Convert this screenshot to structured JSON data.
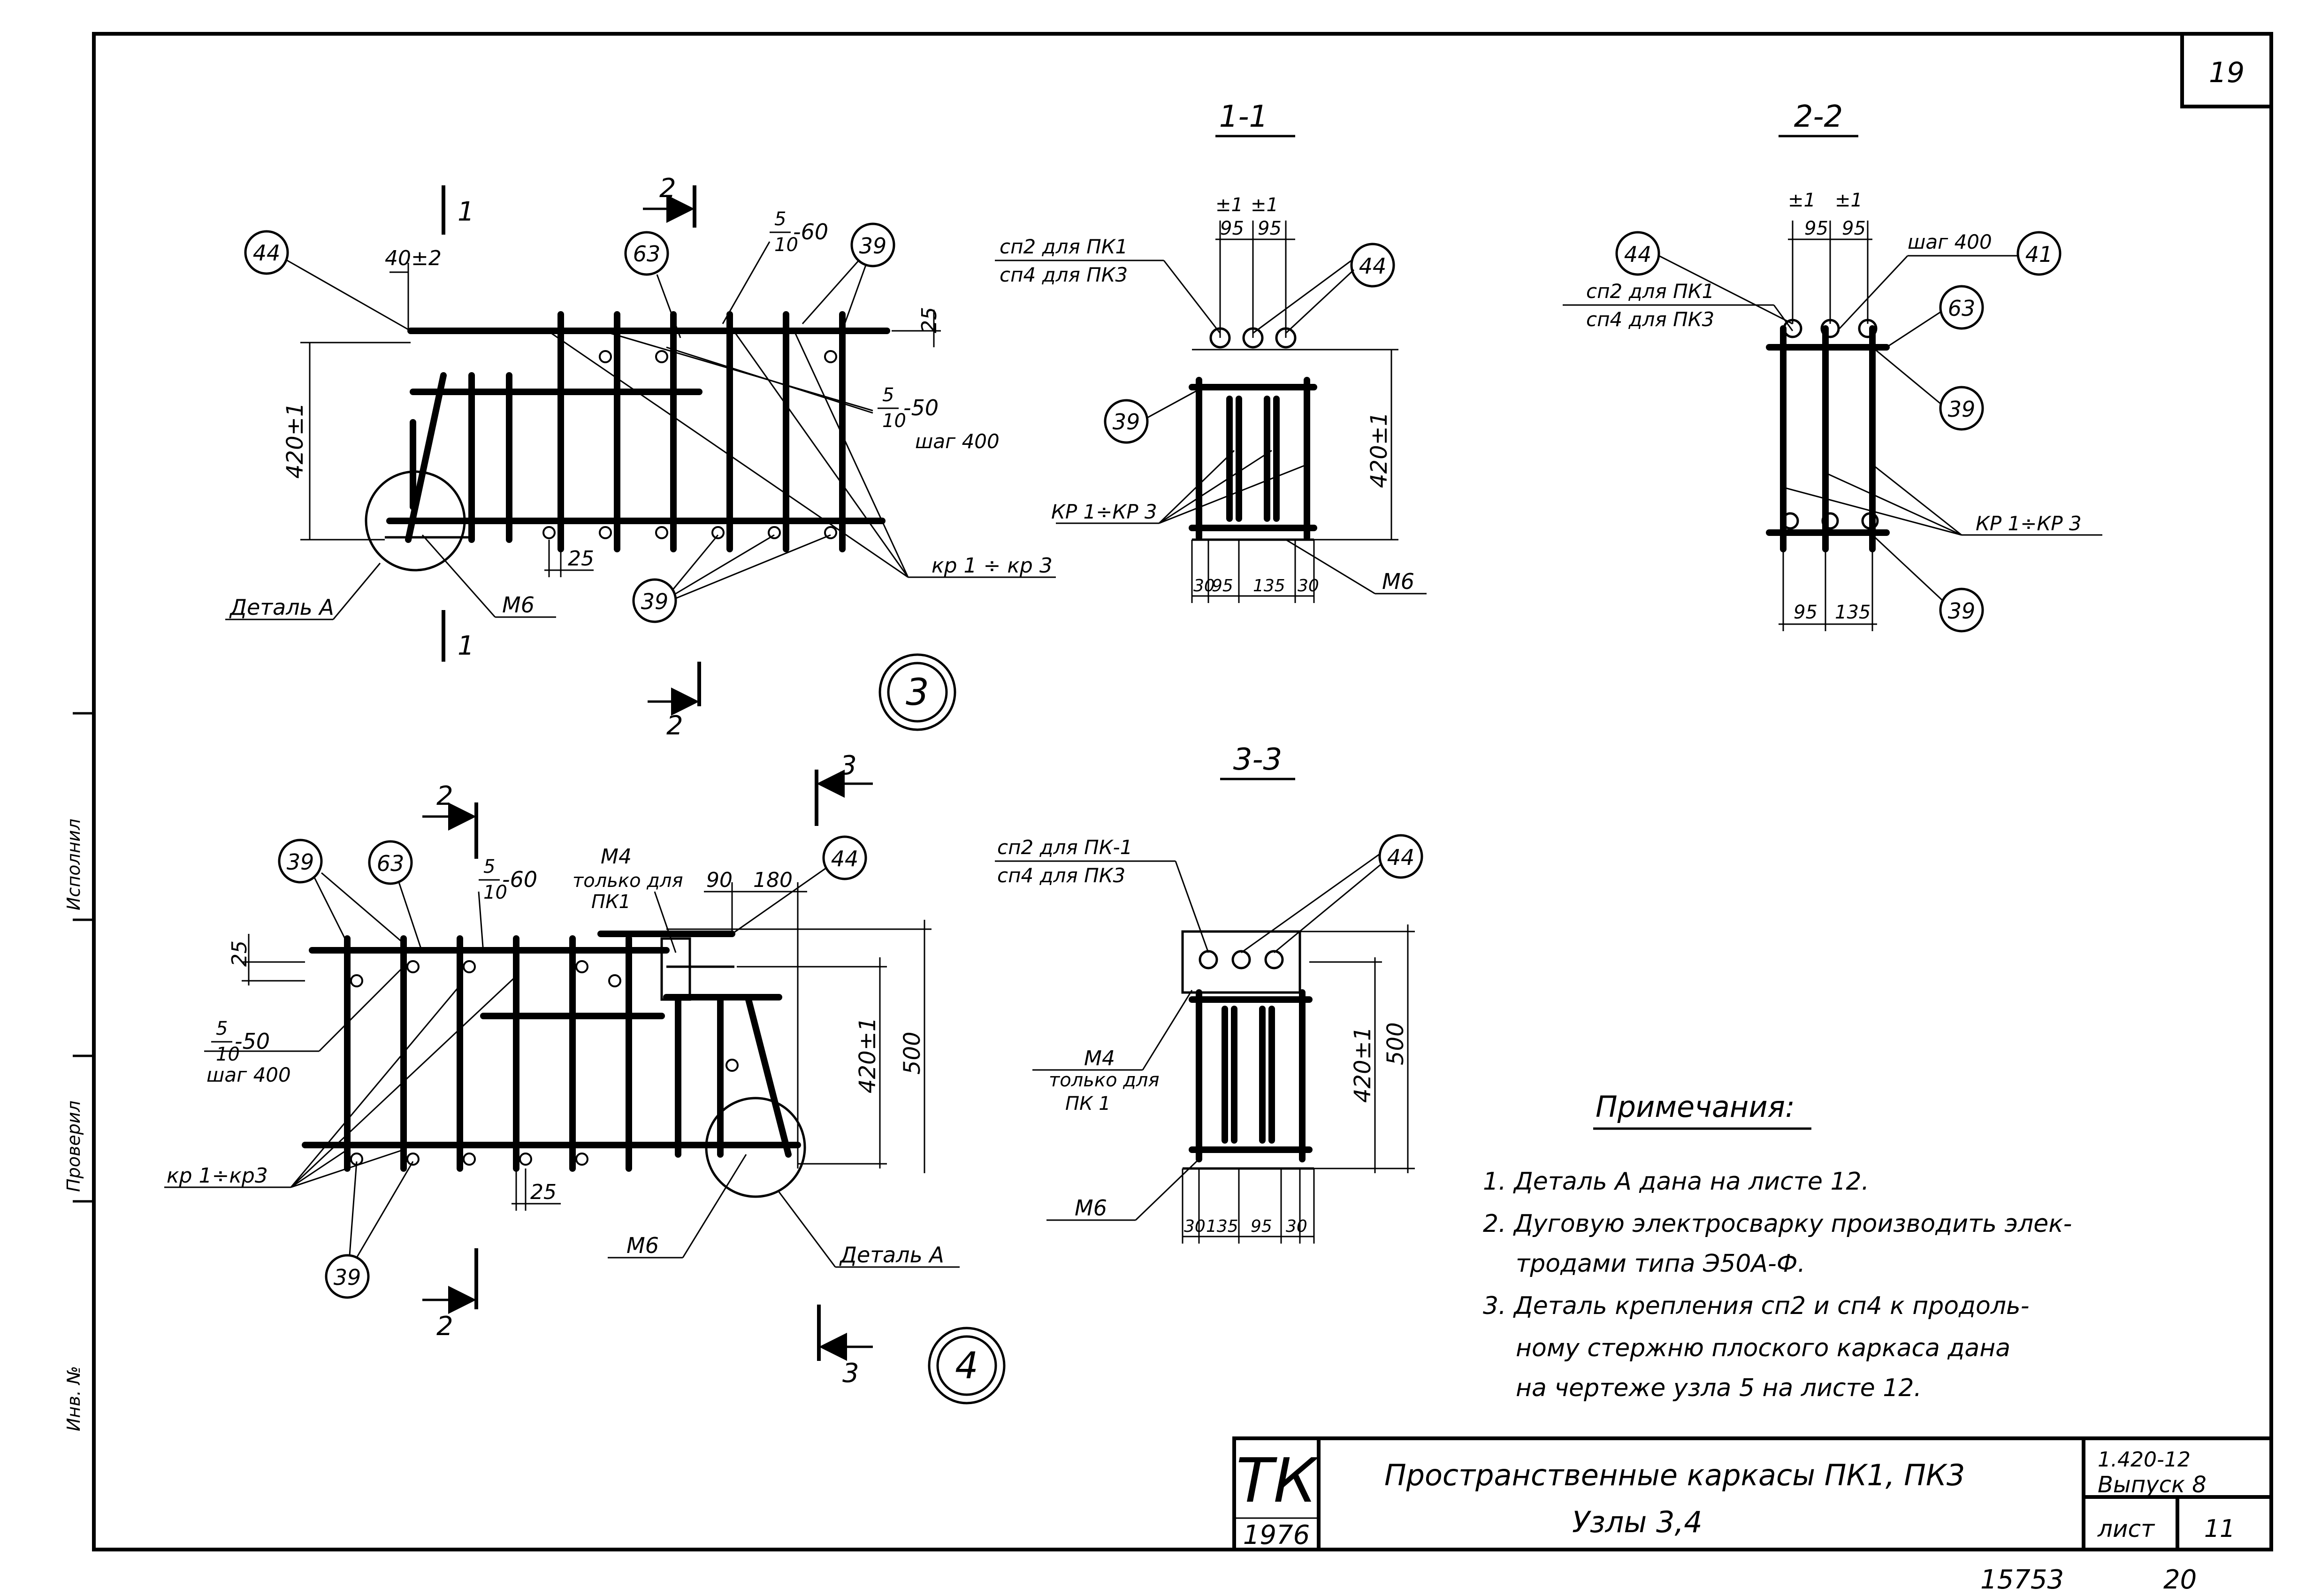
{
  "sheet_number": "19",
  "sections": {
    "s11": "1-1",
    "s22": "2-2",
    "s33": "3-3"
  },
  "cut_marks": {
    "one": "1",
    "two": "2",
    "three": "3"
  },
  "nodes": {
    "node3": "3",
    "node4": "4"
  },
  "positions": {
    "p39": "39",
    "p41": "41",
    "p44": "44",
    "p63": "63"
  },
  "dims": {
    "d40_2": "40±2",
    "d420_1": "420±1",
    "d25": "25",
    "d95": "95",
    "d135": "135",
    "d30": "30",
    "d90": "90",
    "d180": "180",
    "d500": "500",
    "pm1": "±1"
  },
  "weld_symbols": {
    "frac_5_10": "5\n10",
    "weld60": "-60",
    "weld50": "-50",
    "step400": "шаг 400"
  },
  "labels": {
    "m4": "M4",
    "m4_note_1": "только для",
    "m4_note_2": "ПК1",
    "m4_note_2b": "ПК 1",
    "m6": "M6",
    "detail_a": "Деталь А",
    "kr_1_3": "кр 1 ÷ кр 3",
    "kr_1_3b": "КР 1÷КР 3",
    "kr_1_3c": "кр 1÷кр3",
    "sp2_pk1": "сп2 для ПК1",
    "sp4_pk3": "сп4 для ПК3",
    "sp2_pk1b": "сп2 для ПК-1"
  },
  "notes": {
    "title": "Примечания:",
    "n1": "1. Деталь А дана на листе 12.",
    "n2a": "2. Дуговую электросварку производить элек-",
    "n2b": "тродами типа Э50А-Ф.",
    "n3a": "3. Деталь крепления сп2 и сп4 к продоль-",
    "n3b": "ному стержню плоского каркаса дана",
    "n3c": "на чертеже узла 5 на листе 12."
  },
  "title_block": {
    "logo": "ТК",
    "year": "1976",
    "title_line1": "Пространственные каркасы ПК1, ПК3",
    "title_line2": "Узлы 3,4",
    "series": "1.420-12",
    "issue": "Выпуск 8",
    "sheet_label": "лист",
    "sheet_value": "11"
  },
  "footer": {
    "inventory": "15753",
    "page": "20"
  },
  "side_stamp": {
    "s1": "Инв. №",
    "s2": "Проверил",
    "s3": "Исполнил"
  }
}
